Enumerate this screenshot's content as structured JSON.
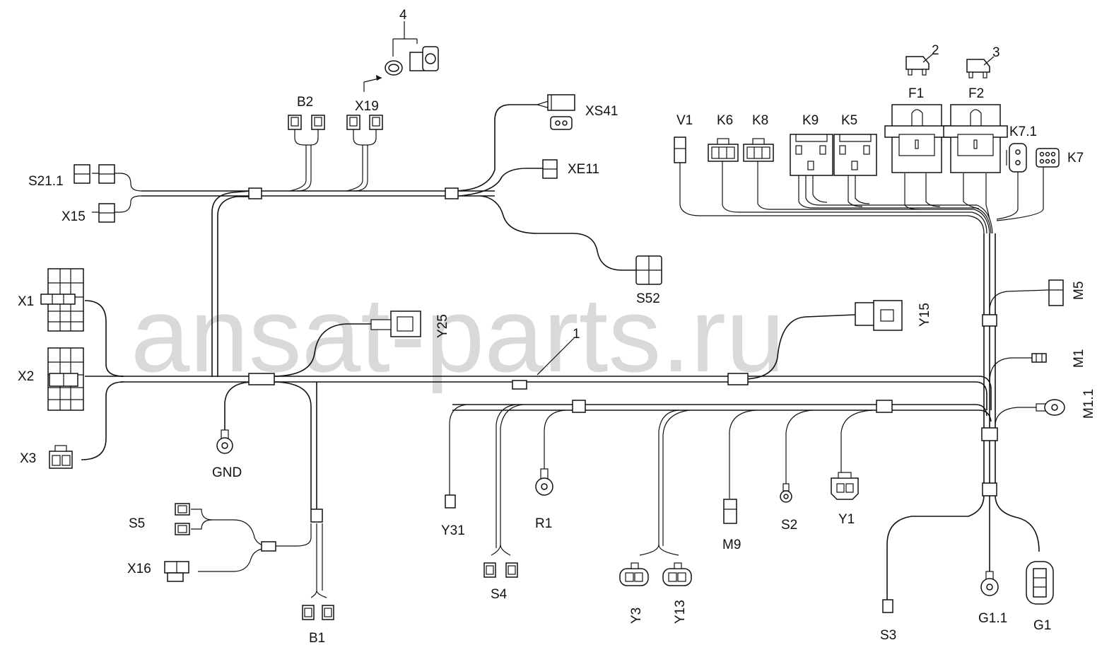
{
  "watermark": "ansat-parts.ru",
  "part_numbers": [
    "1",
    "2",
    "3",
    "4"
  ],
  "labels": {
    "X1": "X1",
    "X2": "X2",
    "X3": "X3",
    "GND": "GND",
    "S5": "S5",
    "X16": "X16",
    "B1": "B1",
    "S21_1": "S21.1",
    "X15": "X15",
    "B2": "B2",
    "X19": "X19",
    "XS41": "XS41",
    "XE11": "XE11",
    "S52": "S52",
    "Y25": "Y25",
    "Y15": "Y15",
    "Y31": "Y31",
    "S4": "S4",
    "R1": "R1",
    "Y3": "Y3",
    "Y13": "Y13",
    "M9": "M9",
    "S2": "S2",
    "Y1": "Y1",
    "S3": "S3",
    "G1_1": "G1.1",
    "G1": "G1",
    "M5": "M5",
    "M1": "M1",
    "M1_1": "M1.1",
    "V1": "V1",
    "K6": "K6",
    "K8": "K8",
    "K9": "K9",
    "K5": "K5",
    "F1": "F1",
    "F2": "F2",
    "K7_1": "K7.1",
    "K7": "K7"
  }
}
